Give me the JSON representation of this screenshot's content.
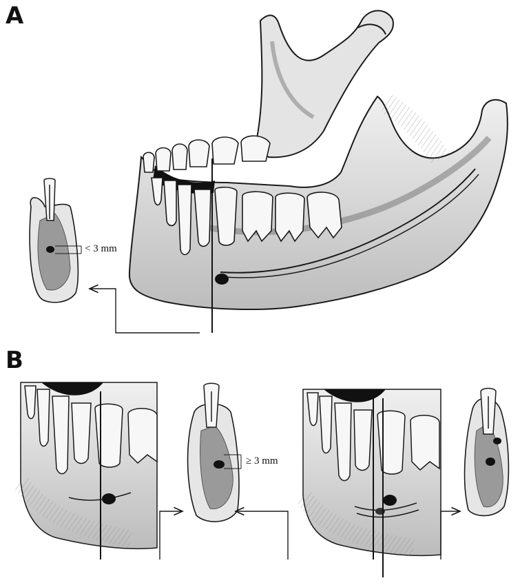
{
  "panels": {
    "a": {
      "letter": "A",
      "measurement": "< 3 mm"
    },
    "b": {
      "letter": "B",
      "measurement": "≥ 3 mm"
    }
  },
  "colors": {
    "bone": "#e9e9e9",
    "bone_shadow": "#9a9a9a",
    "ink": "#1a1a1a",
    "tooth": "#f7f7f7",
    "canal": "#111111"
  }
}
